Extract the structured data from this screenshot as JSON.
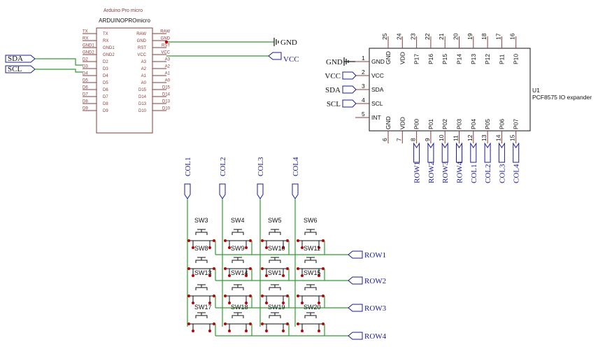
{
  "arduino": {
    "title": "Arduino Pro micro",
    "name": "ARDUINOPROmicro",
    "outer_left": [
      "TX",
      "RX",
      "GND1",
      "GND2",
      "D2",
      "D3",
      "D4",
      "D5",
      "D6",
      "D7",
      "D8",
      "D9"
    ],
    "inner_left": [
      "TX",
      "RX",
      "GND1",
      "GND2",
      "D2",
      "D3",
      "D4",
      "D5",
      "D6",
      "D7",
      "D8",
      "D9"
    ],
    "inner_right": [
      "RAW",
      "GND",
      "RST",
      "VCC",
      "A3",
      "A2",
      "A1",
      "A0",
      "D15",
      "D14",
      "D13",
      "D10"
    ],
    "outer_right": [
      "RAW",
      "GND",
      "RST",
      "VCC",
      "A3",
      "A2",
      "A1",
      "A0",
      "D15",
      "D14",
      "D13",
      "D10"
    ]
  },
  "left_labels": {
    "sda": "SDA",
    "scl": "SCL"
  },
  "top_nets": {
    "gnd": "GND",
    "vcc": "VCC"
  },
  "expander": {
    "ref": "U1",
    "value": "PCF8575 IO expander",
    "top_pin_nums": [
      "25",
      "24",
      "23",
      "22",
      "21",
      "20",
      "19",
      "18",
      "17",
      "16"
    ],
    "top_pin_names": [
      "GND",
      "VDD",
      "P17",
      "P16",
      "P15",
      "P14",
      "P13",
      "P12",
      "P11",
      "P10"
    ],
    "left_pin_nums": [
      "1",
      "2",
      "3",
      "4",
      "5"
    ],
    "left_pin_names": [
      "GND",
      "VCC",
      "SDA",
      "SCL",
      "INT"
    ],
    "left_net_labels": [
      "GND",
      "VCC",
      "SDA",
      "SCL"
    ],
    "bottom_pin_nums": [
      "6",
      "7",
      "8",
      "9",
      "10",
      "11",
      "12",
      "13",
      "14",
      "15"
    ],
    "bottom_pin_names": [
      "GND",
      "VDD",
      "P00",
      "P01",
      "P02",
      "P03",
      "P04",
      "P05",
      "P06",
      "P07"
    ],
    "bottom_net_labels": [
      "ROW1",
      "ROW2",
      "ROW3",
      "ROW4",
      "COL1",
      "COL2",
      "COL3",
      "COL4"
    ]
  },
  "matrix": {
    "col_labels": [
      "COL1",
      "COL2",
      "COL3",
      "COL4"
    ],
    "row_labels": [
      "ROW1",
      "ROW2",
      "ROW3",
      "ROW4"
    ],
    "switch_names": [
      [
        "SW3",
        "SW4",
        "SW5",
        "SW6"
      ],
      [
        "SW8",
        "SW9",
        "SW10",
        "SW11"
      ],
      [
        "SW13",
        "SW14",
        "SW1",
        "SW15"
      ],
      [
        "SW17",
        "SW18",
        "SW19",
        "SW20"
      ]
    ]
  }
}
